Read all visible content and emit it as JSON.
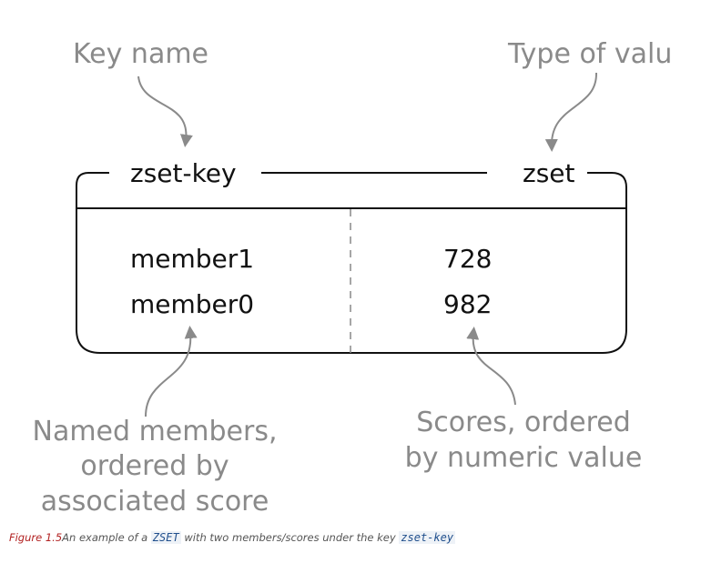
{
  "annotations": {
    "key_name": "Key name",
    "type_of_value": "Type of valu",
    "members_line1": "Named members,",
    "members_line2": "ordered by",
    "members_line3": "associated score",
    "scores_line1": "Scores, ordered",
    "scores_line2": "by numeric value"
  },
  "box": {
    "key": "zset-key",
    "type": "zset",
    "rows": [
      {
        "member": "member1",
        "score": "728"
      },
      {
        "member": "member0",
        "score": "982"
      }
    ]
  },
  "caption": {
    "figure": "Figure 1.5",
    "before": "An example of a ",
    "type_code": "ZSET",
    "middle": " with two members/scores under the key ",
    "key_code": "zset-key"
  },
  "colors": {
    "annotation": "#8a8a8a",
    "text": "#111111",
    "figure_label": "#b22222"
  }
}
